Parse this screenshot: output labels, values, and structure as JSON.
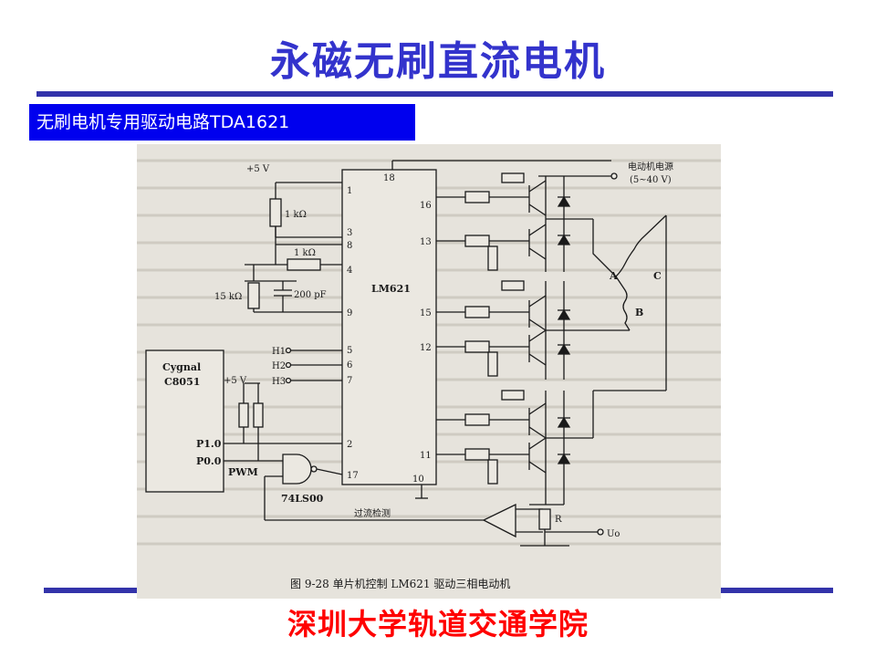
{
  "slide": {
    "title": "永磁无刷直流电机",
    "subtitle": "无刷电机专用驱动电路TDA1621",
    "footer": "深圳大学轨道交通学院"
  },
  "colors": {
    "title": "#3333cc",
    "rule": "#3333aa",
    "subtitle_bg": "#0000ee",
    "footer": "#ff0000",
    "ink": "#1a1a1a"
  },
  "diagram": {
    "power_plus5v": "+5 V",
    "r_1k_a": "1 kΩ",
    "r_1k_b": "1 kΩ",
    "r_15k": "15 kΩ",
    "c_200pf": "200 pF",
    "chip_name": "LM621",
    "mcu_line1": "Cygnal",
    "mcu_line2": "C8051",
    "mcu_plus5v": "+5 V",
    "pin_p10": "P1.0",
    "pin_p00": "P0.0",
    "pwm_label": "PWM",
    "gate_label": "74LS00",
    "overcurrent_label": "过流检测",
    "motor_power_line1": "电动机电源",
    "motor_power_line2": "(5~40 V)",
    "phase_a": "A",
    "phase_b": "B",
    "phase_c": "C",
    "r_sense": "R",
    "output_uo": "Uo",
    "hall_1": "H1",
    "hall_2": "H2",
    "hall_3": "H3",
    "pin_numbers": {
      "p1": "1",
      "p2": "2",
      "p3": "3",
      "p4": "4",
      "p5": "5",
      "p6": "6",
      "p7": "7",
      "p8": "8",
      "p9": "9",
      "p10": "10",
      "p11": "11",
      "p12": "12",
      "p13": "13",
      "p15": "15",
      "p16": "16",
      "p17": "17",
      "p18": "18"
    },
    "caption": "图 9-28   单片机控制 LM621 驱动三相电动机"
  }
}
